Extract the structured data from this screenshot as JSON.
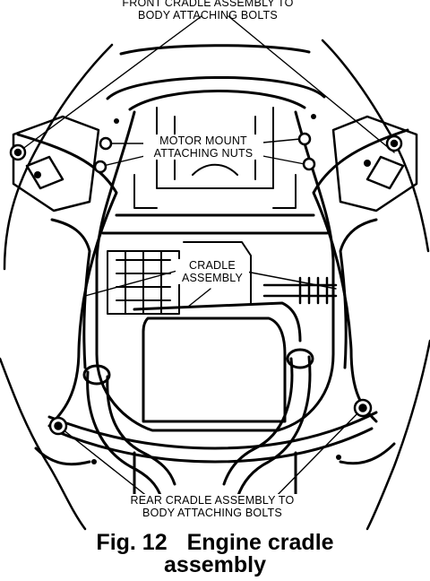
{
  "labels": {
    "front_line1": "FRONT CRADLE ASSEMBLY TO",
    "front_line2": "BODY ATTACHING BOLTS",
    "motor_line1": "MOTOR MOUNT",
    "motor_line2": "ATTACHING NUTS",
    "cradle_line1": "CRADLE",
    "cradle_line2": "ASSEMBLY",
    "rear_line1": "REAR CRADLE ASSEMBLY TO",
    "rear_line2": "BODY ATTACHING BOLTS"
  },
  "caption": {
    "fig_number": "Fig. 12",
    "title_line1": "Engine cradle",
    "title_line2": "assembly"
  }
}
